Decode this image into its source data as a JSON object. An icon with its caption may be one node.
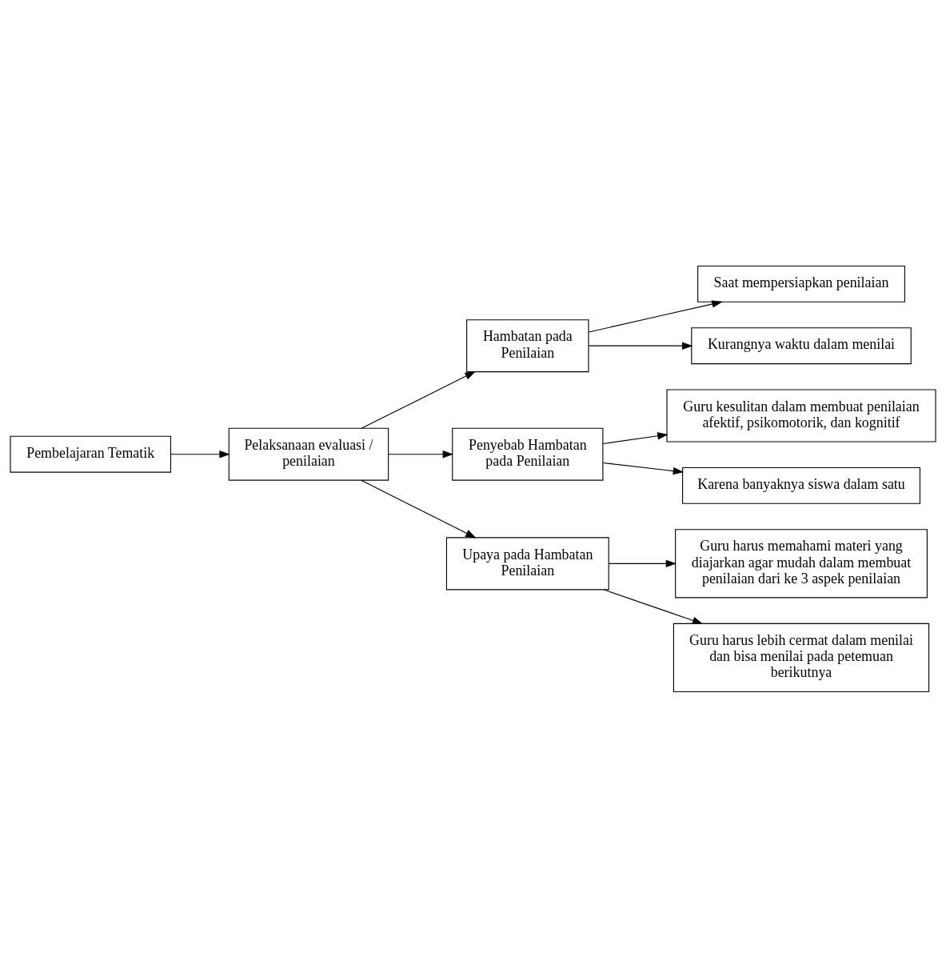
{
  "diagram": {
    "nodes": [
      {
        "text": [
          "Pembelajaran Tematik"
        ]
      },
      {
        "text": [
          "Pelaksanaan evaluasi / penilaian"
        ]
      },
      {
        "text": [
          "Hambatan pada Penilaian"
        ]
      },
      {
        "text": [
          "Saat mempersiapkan penilaian"
        ]
      },
      {
        "text": [
          "Kurangnya waktu dalam menilai"
        ]
      },
      {
        "text": [
          "Penyebab Hambatan pada Penilaian"
        ]
      },
      {
        "text": [
          "Guru kesulitan dalam membuat penilaian afektif, psikomotorik, dan kognitif"
        ]
      },
      {
        "text": [
          "Karena banyaknya siswa dalam satu"
        ]
      },
      {
        "text": [
          "Upaya pada Hambatan Penilaian"
        ]
      },
      {
        "text": [
          "Guru harus memahami materi yang diajarkan agar mudah dalam membuat penilaian dari ke 3 aspek penilaian"
        ]
      },
      {
        "text": [
          "Guru harus lebih cermat dalam menilai dan bisa menilai pada petemuan berikutnya"
        ]
      }
    ],
    "edges": [
      {
        "from": 0,
        "to": 1,
        "arrow": "to"
      },
      {
        "from": 1,
        "to": 2,
        "arrow": "to"
      },
      {
        "from": 1,
        "to": 5,
        "arrow": "to"
      },
      {
        "from": 1,
        "to": 8,
        "arrow": "to"
      },
      {
        "from": 2,
        "to": 3,
        "arrow": "to"
      },
      {
        "from": 2,
        "to": 4,
        "arrow": "to"
      },
      {
        "from": 5,
        "to": 6,
        "arrow": "to"
      },
      {
        "from": 5,
        "to": 7,
        "arrow": "to"
      },
      {
        "from": 8,
        "to": 9,
        "arrow": "to"
      },
      {
        "from": 8,
        "to": 10,
        "arrow": "to"
      }
    ]
  }
}
